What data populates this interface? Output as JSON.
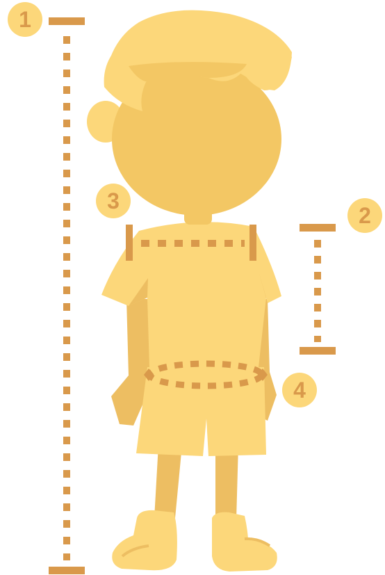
{
  "colors": {
    "measure": "#D9994B",
    "badge": "#FCD77A",
    "body_light": "#FCD77A",
    "body_dark": "#EDBE62",
    "hair_shadow": "#F3C764",
    "background": "#FFFFFF"
  },
  "markers": [
    {
      "id": "1",
      "label": "1",
      "meaning": "height"
    },
    {
      "id": "2",
      "label": "2",
      "meaning": "shirt-length"
    },
    {
      "id": "3",
      "label": "3",
      "meaning": "shoulder-width"
    },
    {
      "id": "4",
      "label": "4",
      "meaning": "waist"
    }
  ]
}
